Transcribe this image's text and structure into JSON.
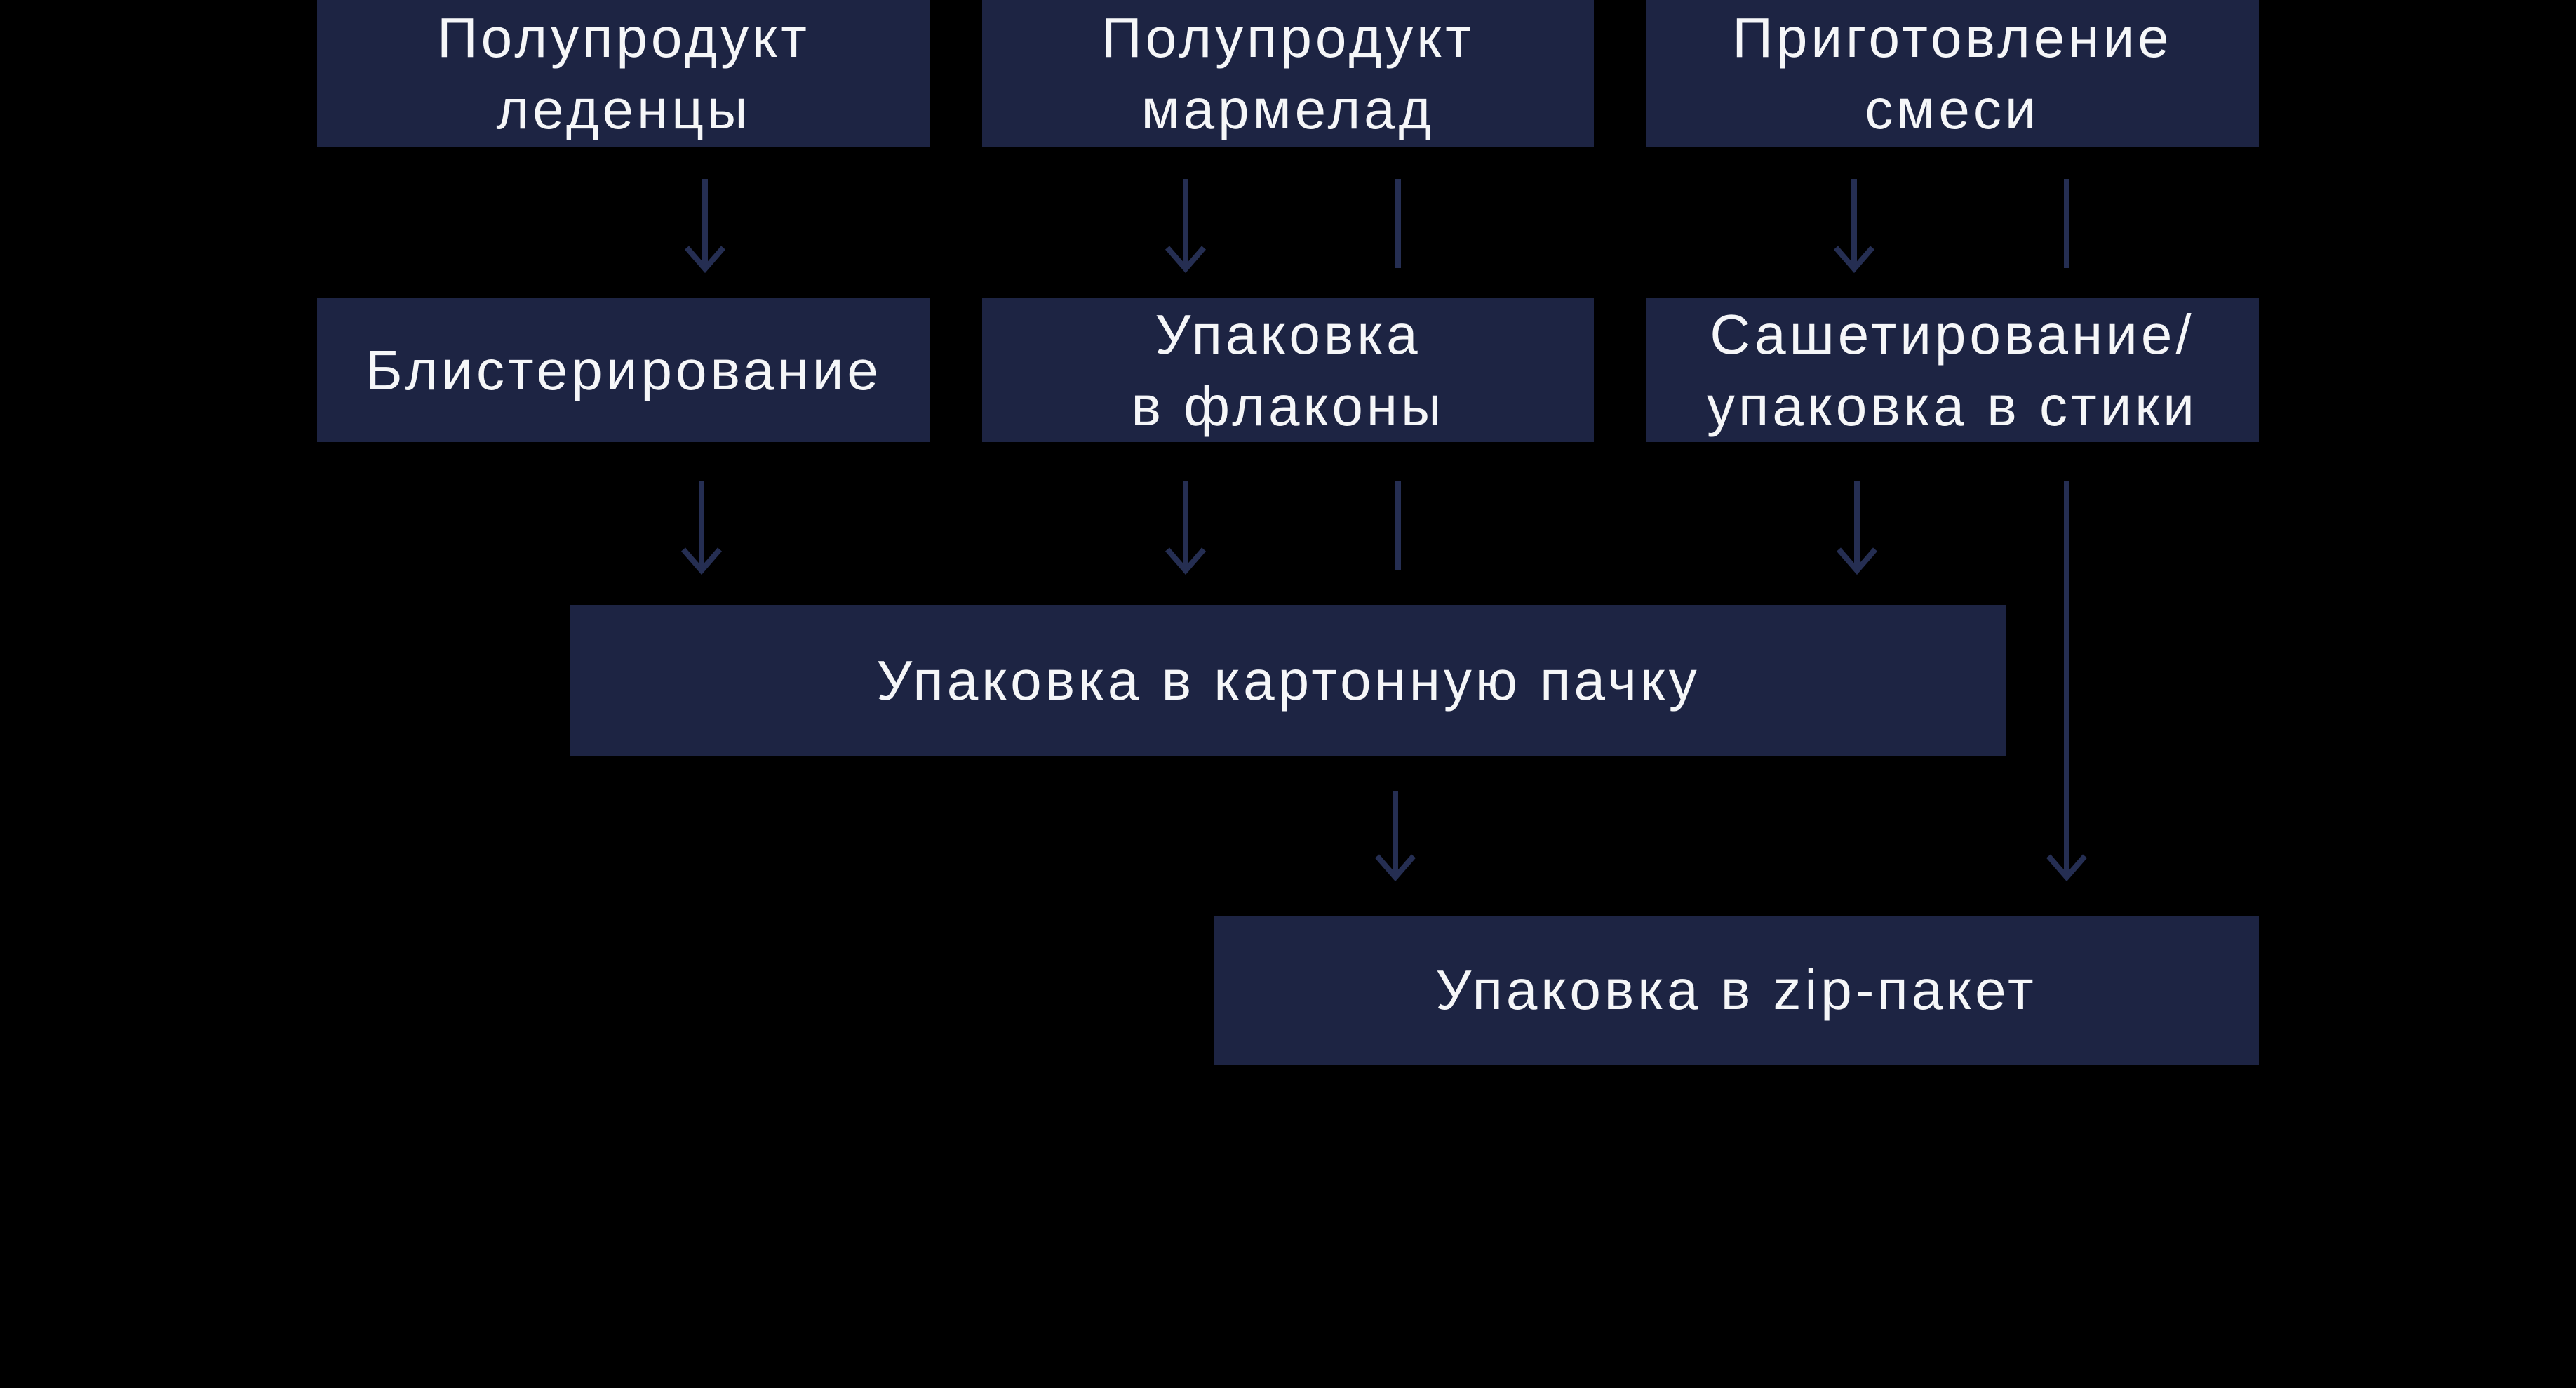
{
  "theme": {
    "background_color": "#000000",
    "node_fill_color": "#1d2443",
    "connector_color": "#252e52",
    "text_color": "#f5f6f8"
  },
  "flowchart": {
    "nodes": [
      {
        "id": "semi-lollipops",
        "label": "Полупродукт\nледенцы"
      },
      {
        "id": "semi-marmalade",
        "label": "Полупродукт\nмармелад"
      },
      {
        "id": "mix-preparation",
        "label": "Приготовление\nсмеси"
      },
      {
        "id": "blistering",
        "label": "Блистерирование"
      },
      {
        "id": "vial-packaging",
        "label": "Упаковка\nв флаконы"
      },
      {
        "id": "sacheting",
        "label": "Сашетирование/\nупаковка в стики"
      },
      {
        "id": "carton-packaging",
        "label": "Упаковка в картонную пачку"
      },
      {
        "id": "zip-packaging",
        "label": "Упаковка в zip-пакет"
      }
    ],
    "edges": [
      {
        "from": "Полупродукт леденцы",
        "to": "Блистерирование",
        "style": "arrow"
      },
      {
        "from": "Полупродукт мармелад",
        "to": "Упаковка в флаконы",
        "style": "arrow"
      },
      {
        "from": "Полупродукт мармелад",
        "to": "Упаковка в картонную пачку",
        "style": "line"
      },
      {
        "from": "Приготовление смеси",
        "to": "Сашетирование/упаковка в стики",
        "style": "arrow"
      },
      {
        "from": "Приготовление смеси",
        "to": "Упаковка в zip-пакет",
        "style": "arrow"
      },
      {
        "from": "Блистерирование",
        "to": "Упаковка в картонную пачку",
        "style": "arrow"
      },
      {
        "from": "Упаковка в флаконы",
        "to": "Упаковка в картонную пачку",
        "style": "arrow"
      },
      {
        "from": "Сашетирование/упаковка в стики",
        "to": "Упаковка в картонную пачку",
        "style": "arrow"
      },
      {
        "from": "Упаковка в картонную пачку",
        "to": "Упаковка в zip-пакет",
        "style": "arrow"
      }
    ]
  }
}
